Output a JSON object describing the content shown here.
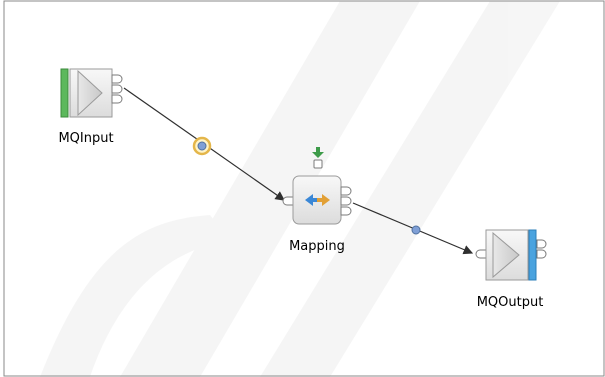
{
  "flow": {
    "nodes": [
      {
        "id": "mqinput",
        "label": "MQInput",
        "type": "MQInput"
      },
      {
        "id": "mapping",
        "label": "Mapping",
        "type": "Mapping"
      },
      {
        "id": "mqoutput",
        "label": "MQOutput",
        "type": "MQOutput"
      }
    ],
    "connections": [
      {
        "from": "mqinput",
        "to": "mapping",
        "selected": true
      },
      {
        "from": "mapping",
        "to": "mqoutput",
        "selected": false
      }
    ]
  },
  "colors": {
    "input_bar": "#5cb85c",
    "output_bar": "#4aa3df",
    "connector": "#2f2f2f",
    "selection_ring": "#e4b64a",
    "connection_dot": "#7f9fd6",
    "mapping_arrow_left": "#3a87d6",
    "mapping_arrow_right": "#e2a035",
    "breakpoint_arrow": "#3d9b49"
  },
  "icons": {
    "mqinput": "mq-input-node-icon",
    "mapping": "mapping-node-icon",
    "mqoutput": "mq-output-node-icon"
  }
}
